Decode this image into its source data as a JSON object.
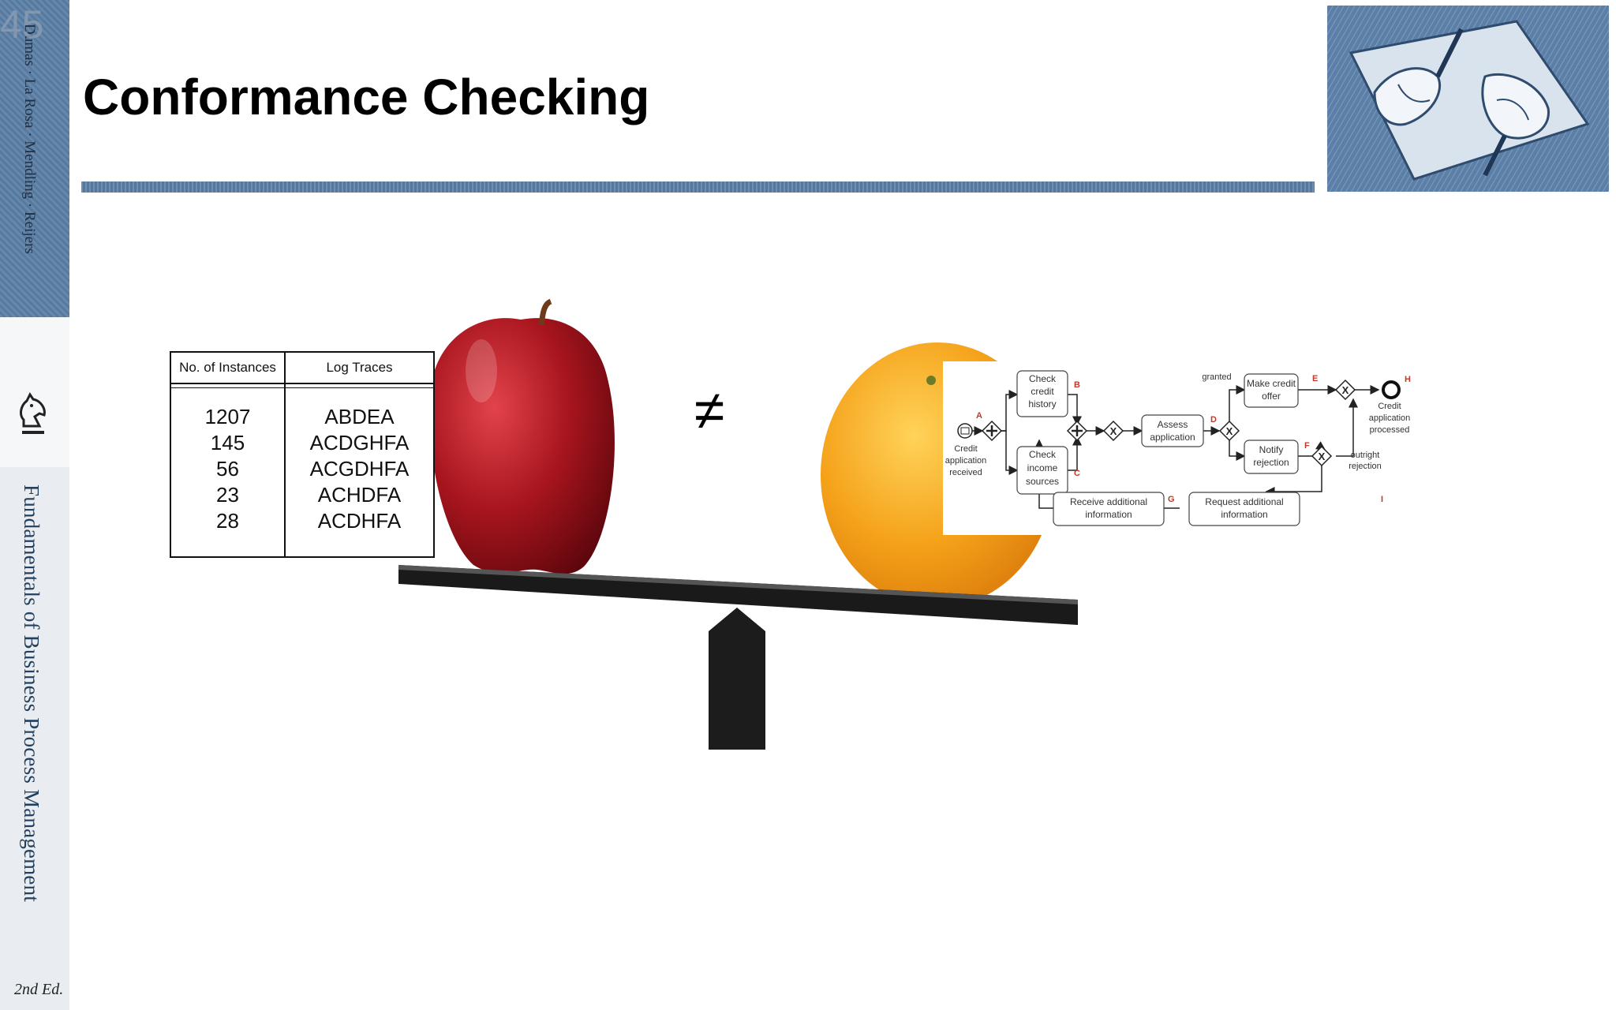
{
  "slide": {
    "number": "45",
    "title": "Conformance Checking",
    "inequality_symbol": "≠"
  },
  "sidebar": {
    "authors": "Dumas · La Rosa · Mendling · Reijers",
    "book_title": "Fundamentals of Business Process Management",
    "edition": "2nd Ed."
  },
  "log_table": {
    "headers": [
      "No. of Instances",
      "Log Traces"
    ],
    "rows": [
      {
        "instances": "1207",
        "trace": "ABDEA"
      },
      {
        "instances": "145",
        "trace": "ACDGHFA"
      },
      {
        "instances": "56",
        "trace": "ACGDHFA"
      },
      {
        "instances": "23",
        "trace": "ACHDFA"
      },
      {
        "instances": "28",
        "trace": "ACDHFA"
      }
    ]
  },
  "process_model": {
    "start_event": "Credit application received",
    "end_event": "Credit application processed",
    "tasks": {
      "check_credit_history": "Check credit history",
      "check_income_sources": "Check income sources",
      "assess_application": "Assess application",
      "make_credit_offer": "Make credit offer",
      "notify_rejection": "Notify rejection",
      "receive_additional_information": "Receive additional information",
      "request_additional_information": "Request additional information"
    },
    "flow_labels": {
      "granted": "granted",
      "outright_rejection": "outright rejection"
    },
    "letters": [
      "A",
      "B",
      "C",
      "D",
      "E",
      "F",
      "G",
      "H",
      "I"
    ],
    "letter_color": "#c0392b"
  },
  "colors": {
    "band_blue": "#5b7fa6",
    "apple_red": "#a8151e",
    "orange": "#f5a21a"
  },
  "icons": {
    "knight": "chess-knight-icon",
    "sketch": "drawing-hands-image"
  }
}
